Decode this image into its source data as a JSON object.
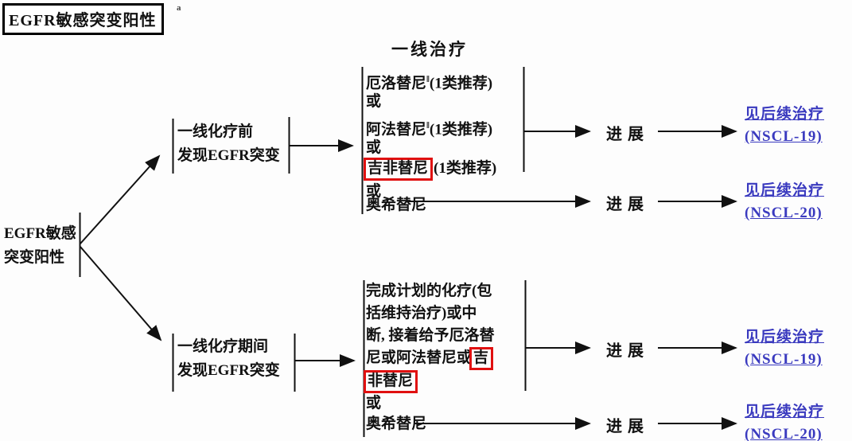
{
  "page": {
    "title": "EGFR敏感突变阳性",
    "title_footnote": "a",
    "section_heading": "一线治疗"
  },
  "root_node": {
    "line1": "EGFR敏感",
    "line2": "突变阳性"
  },
  "branch_upper": {
    "line1": "一线化疗前",
    "line2": "发现EGFR突变"
  },
  "branch_lower": {
    "line1": "一线化疗期间",
    "line2": "发现EGFR突变"
  },
  "upper_options": {
    "drug1": "厄洛替尼",
    "drug1_sup": "‖",
    "drug1_note": "(1类推荐)",
    "or1": "或",
    "drug2": "阿法替尼",
    "drug2_sup": "‖",
    "drug2_note": "(1类推荐)",
    "or2": "或",
    "drug3": "吉非替尼",
    "drug3_note": "(1类推荐)",
    "or3": "或",
    "drug4": "奥希替尼"
  },
  "lower_options": {
    "line1": "完成计划的化疗(包",
    "line2": "括维持治疗)或中",
    "line3": "断, 接着给予厄洛替",
    "line4_pre": "尼或阿法替尼或",
    "line4_boxed": "吉",
    "line5_boxed": "非替尼",
    "or": "或",
    "drug2": "奥希替尼"
  },
  "progress": {
    "p1": "进展",
    "p2": "进展",
    "p3": "进展",
    "p4": "进展"
  },
  "links": {
    "l1": {
      "line1": "见后续治疗",
      "line2": "(NSCL-19)"
    },
    "l2": {
      "line1": "见后续治疗",
      "line2": "(NSCL-20)"
    },
    "l3": {
      "line1": "见后续治疗",
      "line2": "(NSCL-19)"
    },
    "l4": {
      "line1": "见后续治疗",
      "line2": "(NSCL-20)"
    }
  },
  "colors": {
    "link": "#3a3abf",
    "highlight_box": "#e01010",
    "line": "#111111"
  }
}
